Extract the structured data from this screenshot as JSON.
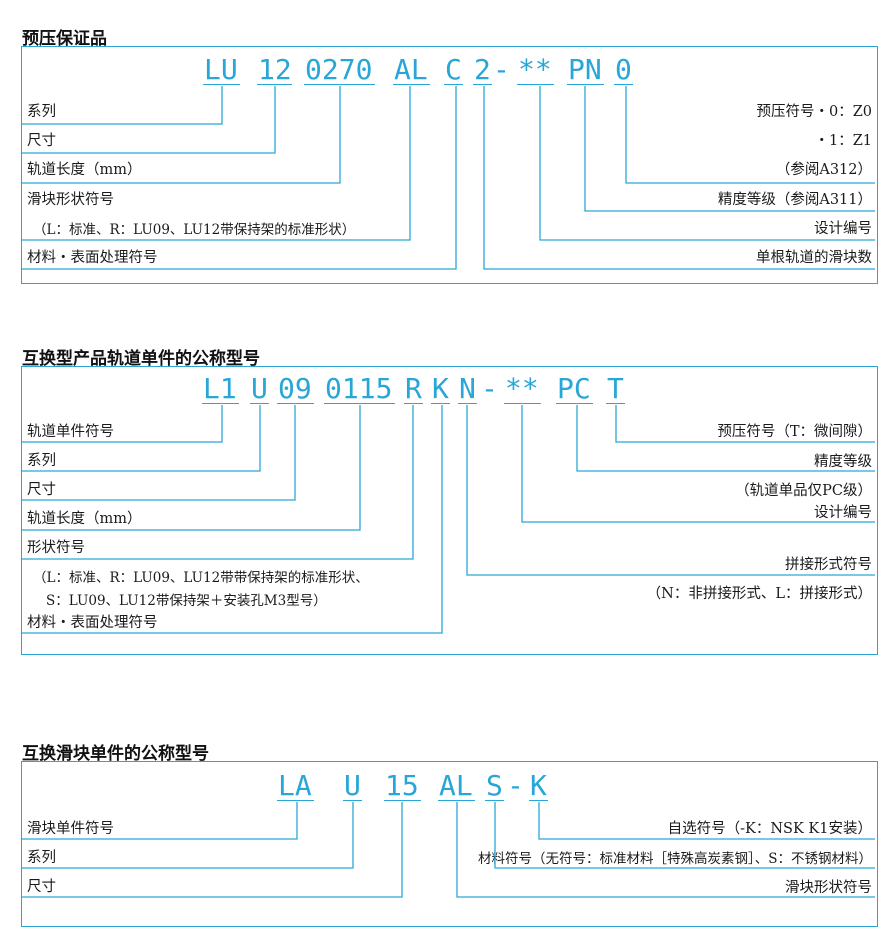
{
  "section1": {
    "title": "预压保证品",
    "code": [
      "LU",
      "12",
      "0270",
      "AL",
      "C",
      "2",
      "-",
      "**",
      "PN",
      "0"
    ],
    "left_labels": [
      "系列",
      "尺寸",
      "轨道长度（mm）",
      "滑块形状符号",
      "（L：标准、R：LU09、LU12带保持架的标准形状）",
      "材料・表面处理符号"
    ],
    "right_labels": [
      "预压符号・0：Z0",
      "・1：Z1",
      "（参阅A312）",
      "精度等级（参阅A311）",
      "设计编号",
      "单根轨道的滑块数"
    ]
  },
  "section2": {
    "title": "互换型产品轨道单件的公称型号",
    "code": [
      "L1",
      "U",
      "09",
      "0115",
      "R",
      "K",
      "N",
      "-",
      "**",
      "PC",
      "T"
    ],
    "left_labels": [
      "轨道单件符号",
      "系列",
      "尺寸",
      "轨道长度（mm）",
      "形状符号",
      "（L：标准、R：LU09、LU12带带保持架的标准形状、",
      "S：LU09、LU12带保持架＋安装孔M3型号）",
      "材料・表面处理符号"
    ],
    "right_labels": [
      "预压符号（T：微间隙）",
      "精度等级",
      "（轨道单品仅PC级）",
      "设计编号",
      "拼接形式符号",
      "（N：非拼接形式、L：拼接形式）"
    ]
  },
  "section3": {
    "title": "互换滑块单件的公称型号",
    "code": [
      "LA",
      "U",
      "15",
      "AL",
      "S",
      "-",
      "K"
    ],
    "left_labels": [
      "滑块单件符号",
      "系列",
      "尺寸"
    ],
    "right_labels": [
      "自选符号（-K：NSK K1安装）",
      "材料符号（无符号：标准材料［特殊高炭素钢］、S：不锈钢材料）",
      "滑块形状符号"
    ]
  }
}
